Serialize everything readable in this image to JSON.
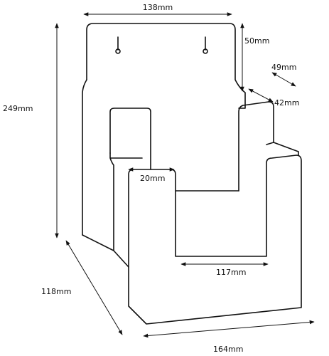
{
  "diagram": {
    "colors": {
      "line": "#111111",
      "background": "#ffffff"
    },
    "dimensions": {
      "top_width": "138mm",
      "back_height": "50mm",
      "depth_49": "49mm",
      "depth_42": "42mm",
      "total_height": "249mm",
      "front_gap": "20mm",
      "inner_width": "117mm",
      "base_depth": "118mm",
      "base_width": "164mm"
    }
  }
}
